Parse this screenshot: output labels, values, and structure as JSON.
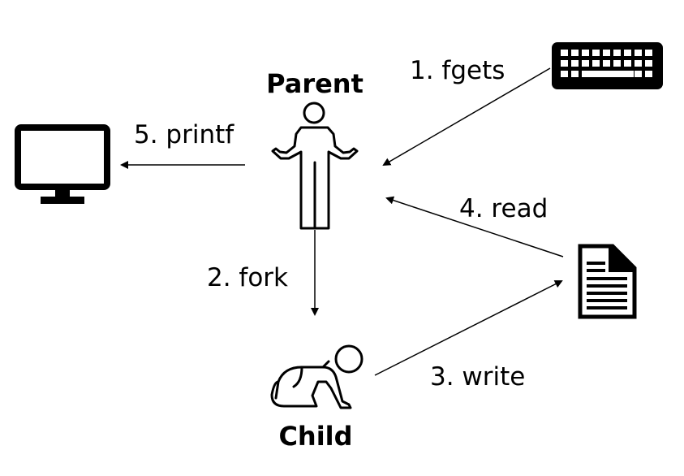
{
  "diagram": {
    "nodes": {
      "parent": {
        "label": "Parent",
        "icon": "standing-person-icon"
      },
      "child": {
        "label": "Child",
        "icon": "crawling-baby-icon"
      },
      "keyboard": {
        "icon": "keyboard-icon"
      },
      "monitor": {
        "icon": "monitor-icon"
      },
      "file": {
        "icon": "document-file-icon"
      }
    },
    "steps": [
      {
        "label": "1. fgets",
        "from": "keyboard",
        "to": "parent"
      },
      {
        "label": "2. fork",
        "from": "parent",
        "to": "child"
      },
      {
        "label": "3. write",
        "from": "child",
        "to": "file"
      },
      {
        "label": "4. read",
        "from": "file",
        "to": "parent"
      },
      {
        "label": "5. printf",
        "from": "parent",
        "to": "monitor"
      }
    ],
    "colors": {
      "ink": "#000000",
      "background": "#ffffff"
    }
  }
}
